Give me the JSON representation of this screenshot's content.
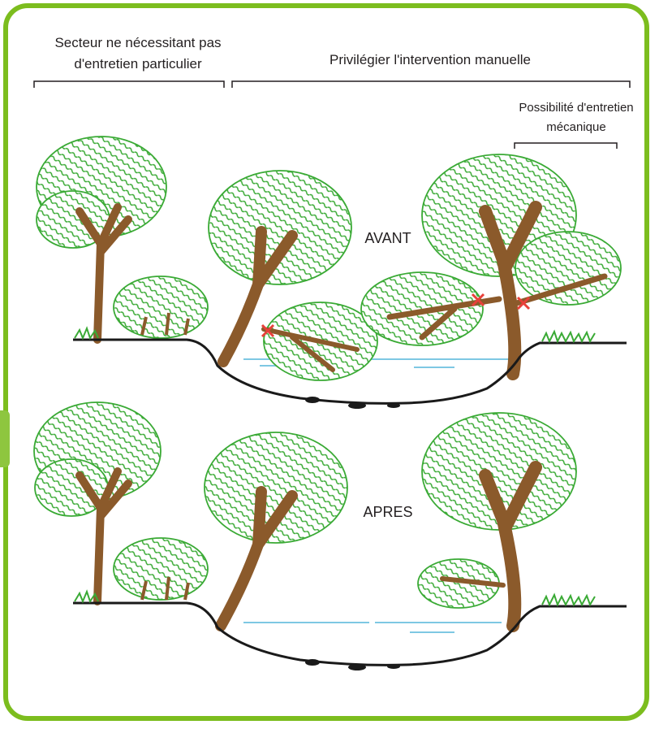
{
  "labels": {
    "left_sector": "Secteur ne nécessitant pas\nd'entretien particulier",
    "middle_sector": "Privilégier l'intervention manuelle",
    "right_sector": "Possibilité d'entretien\nmécanique",
    "before": "AVANT",
    "after": "APRES"
  },
  "colors": {
    "frame": "#7cbd1e",
    "foliage": "#3aaa35",
    "trunk": "#8b5a2b",
    "water": "#7ec8e3",
    "cut_mark": "#e8403a",
    "ground": "#1a1a1a"
  }
}
